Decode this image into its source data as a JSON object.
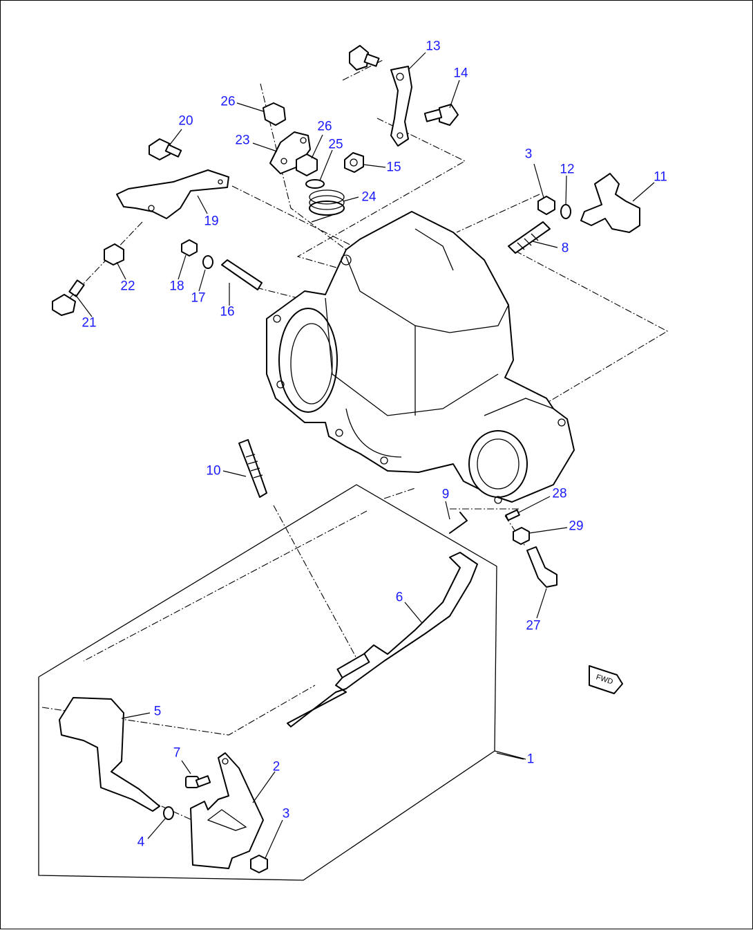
{
  "colors": {
    "callout": "#1a1aff",
    "line": "#000000",
    "background": "#ffffff"
  },
  "fwd_label": "FWD",
  "callouts": [
    {
      "id": "1",
      "label": "1"
    },
    {
      "id": "2",
      "label": "2"
    },
    {
      "id": "3a",
      "label": "3"
    },
    {
      "id": "3b",
      "label": "3"
    },
    {
      "id": "4",
      "label": "4"
    },
    {
      "id": "5",
      "label": "5"
    },
    {
      "id": "6",
      "label": "6"
    },
    {
      "id": "7",
      "label": "7"
    },
    {
      "id": "8",
      "label": "8"
    },
    {
      "id": "9",
      "label": "9"
    },
    {
      "id": "10",
      "label": "10"
    },
    {
      "id": "11",
      "label": "11"
    },
    {
      "id": "12",
      "label": "12"
    },
    {
      "id": "13",
      "label": "13"
    },
    {
      "id": "14",
      "label": "14"
    },
    {
      "id": "15",
      "label": "15"
    },
    {
      "id": "16",
      "label": "16"
    },
    {
      "id": "17",
      "label": "17"
    },
    {
      "id": "18",
      "label": "18"
    },
    {
      "id": "19",
      "label": "19"
    },
    {
      "id": "20",
      "label": "20"
    },
    {
      "id": "21",
      "label": "21"
    },
    {
      "id": "22",
      "label": "22"
    },
    {
      "id": "23",
      "label": "23"
    },
    {
      "id": "24",
      "label": "24"
    },
    {
      "id": "25",
      "label": "25"
    },
    {
      "id": "26a",
      "label": "26"
    },
    {
      "id": "26b",
      "label": "26"
    },
    {
      "id": "27",
      "label": "27"
    },
    {
      "id": "28",
      "label": "28"
    },
    {
      "id": "29",
      "label": "29"
    }
  ]
}
